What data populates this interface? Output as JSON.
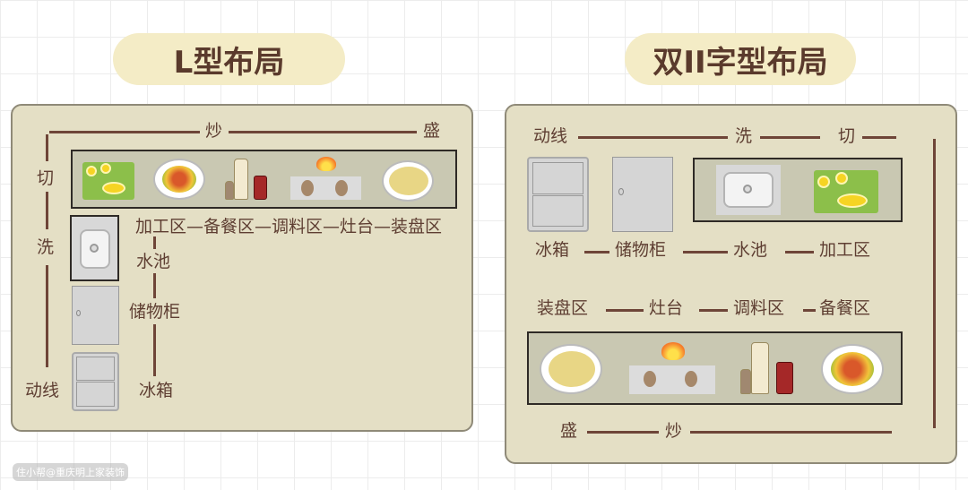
{
  "left": {
    "title": "L型布局",
    "flow": {
      "stir": "炒",
      "serve": "盛",
      "cut": "切",
      "wash": "洗",
      "flowline": "动线"
    },
    "zones": "加工区—备餐区—调料区—灶台—装盘区",
    "sink": "水池",
    "cabinet": "储物柜",
    "fridge": "冰箱"
  },
  "right": {
    "title": "双II字型布局",
    "flowline": "动线",
    "wash": "洗",
    "cut": "切",
    "serve": "盛",
    "stir": "炒",
    "row1": [
      "冰箱",
      "储物柜",
      "水池",
      "加工区"
    ],
    "row2": [
      "装盘区",
      "灶台",
      "调料区",
      "备餐区"
    ]
  },
  "watermark": "住小帮@重庆明上家装饰",
  "colors": {
    "panel": "#e4dfc5",
    "pill": "#f4ecc6",
    "text": "#5e3e32",
    "line": "#6e4538"
  }
}
